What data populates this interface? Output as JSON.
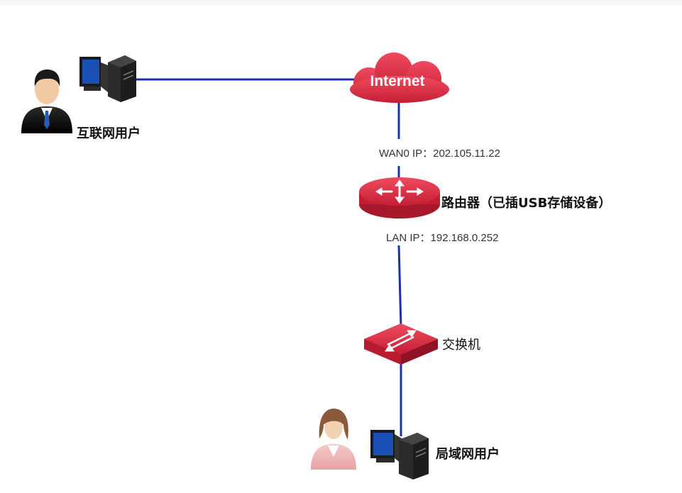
{
  "nodes": {
    "internet": {
      "label": "Internet"
    },
    "internet_user": {
      "label": "互联网用户"
    },
    "router": {
      "label": "路由器（已插USB存储设备）",
      "wan_ip": "WAN0 IP：202.105.11.22",
      "lan_ip": "LAN IP：192.168.0.252"
    },
    "switch": {
      "label": "交换机"
    },
    "lan_user": {
      "label": "局域网用户"
    }
  },
  "colors": {
    "link": "#1e2fb0",
    "device_red": "#d9283f",
    "device_red_dark": "#a8182c",
    "monitor_blue": "#1a4fb6",
    "pc_dark": "#2b2b2b"
  },
  "icons": [
    "internet-cloud-icon",
    "router-icon",
    "switch-icon",
    "computer-icon",
    "male-user-icon",
    "female-user-icon"
  ]
}
